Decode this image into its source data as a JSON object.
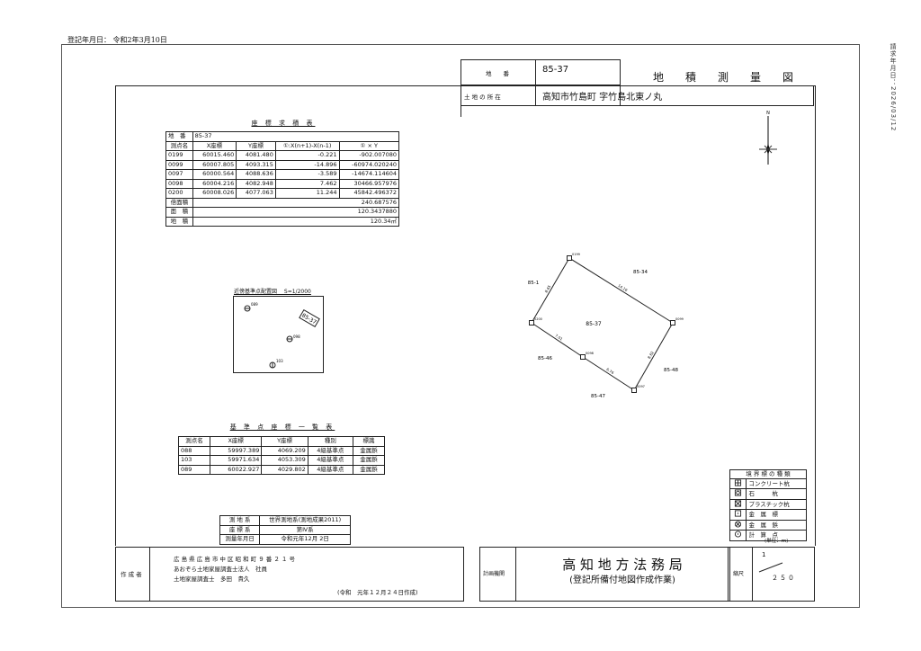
{
  "registration_date": "登記年月日： 令和2年3月10日",
  "request_date": "請求年月日：2026/03/12",
  "header": {
    "lot_label": "地　　番",
    "lot_value": "85-37",
    "title": "地　積　測　量　図",
    "location_label": "土 地 の 所 在",
    "location_value": "高知市竹島町 字竹島北東ノ丸"
  },
  "coord_table": {
    "title": "座 標 求 積 表",
    "lot_label": "地　番",
    "lot_value": "85-37",
    "headers": [
      "測点名",
      "X座標",
      "Y座標",
      "①:X(n+1)-X(n-1)",
      "① × Y"
    ],
    "rows": [
      [
        "0199",
        "60015.460",
        "4081.480",
        "-0.221",
        "-902.007080"
      ],
      [
        "0099",
        "60007.805",
        "4093.315",
        "-14.896",
        "-60974.020240"
      ],
      [
        "0097",
        "60000.564",
        "4088.636",
        "-3.589",
        "-14674.114604"
      ],
      [
        "0098",
        "60004.216",
        "4082.948",
        "7.462",
        "30466.957976"
      ],
      [
        "0200",
        "60008.026",
        "4077.063",
        "11.244",
        "45842.496372"
      ]
    ],
    "double_area_label": "倍面積",
    "double_area": "240.687576",
    "area_label": "面　積",
    "area": "120.3437880",
    "land_area_label": "地　積",
    "land_area": "120.34㎡"
  },
  "vicinity_map": {
    "title": "近傍基準点配置図　 S=1/2000",
    "points": [
      "089",
      "098",
      "103"
    ],
    "parcel": "85-37"
  },
  "reference_table": {
    "title": "基 準 点 座 標 一 覧 表",
    "headers": [
      "測点名",
      "X座標",
      "Y座標",
      "種別",
      "標識"
    ],
    "rows": [
      [
        "088",
        "59997.389",
        "4069.209",
        "4級基準点",
        "金属鋲"
      ],
      [
        "103",
        "59971.634",
        "4053.309",
        "4級基準点",
        "金属鋲"
      ],
      [
        "089",
        "60022.927",
        "4029.802",
        "4級基準点",
        "金属鋲"
      ]
    ]
  },
  "survey_info": {
    "rows": [
      [
        "測 地 系",
        "世界測地系(測地成果2011)"
      ],
      [
        "座 標 系",
        "第Ⅳ系"
      ],
      [
        "測量年月日",
        "令和元年12月 2日"
      ]
    ]
  },
  "plot": {
    "north": "N",
    "points": [
      "0199",
      "0099",
      "0097",
      "0098",
      "0200"
    ],
    "edge_lengths": [
      "14.10",
      "8.62",
      "6.76",
      "7.01",
      "8.65"
    ],
    "parcel": "85-37",
    "neighbors": [
      "85-34",
      "85-1",
      "85-46",
      "85-47",
      "85-48"
    ]
  },
  "legend": {
    "title": "境 界 標 の 種 類",
    "items": [
      {
        "icon": "concrete-pile-icon",
        "label": "コンクリート杭"
      },
      {
        "icon": "stone-pile-icon",
        "label": "石　　　杭"
      },
      {
        "icon": "plastic-pile-icon",
        "label": "プラスチック杭"
      },
      {
        "icon": "metal-marker-icon",
        "label": "金　属　標"
      },
      {
        "icon": "metal-rivet-icon",
        "label": "金　属　鋲"
      },
      {
        "icon": "calculated-point-icon",
        "label": "計　算　点"
      }
    ],
    "unit": "(単位：ｍ)"
  },
  "footer": {
    "author_label": "作 成 者",
    "author_lines": [
      "広 島 県 広 島 市 中 区 昭 和 町 ９ 番 ２ １ 号",
      "あおぞら土地家屋調査士法人　社員",
      "土地家屋調査士　多田　貴久"
    ],
    "created": "(令和　元年１２月２４日作成)",
    "planner_label": "計画機関",
    "planner": "高 知 地 方 法 務 局",
    "planner_sub": "(登記所備付地図作成作業)",
    "scale_label": "縮尺",
    "scale_num": "1",
    "scale_den": "２５０"
  }
}
